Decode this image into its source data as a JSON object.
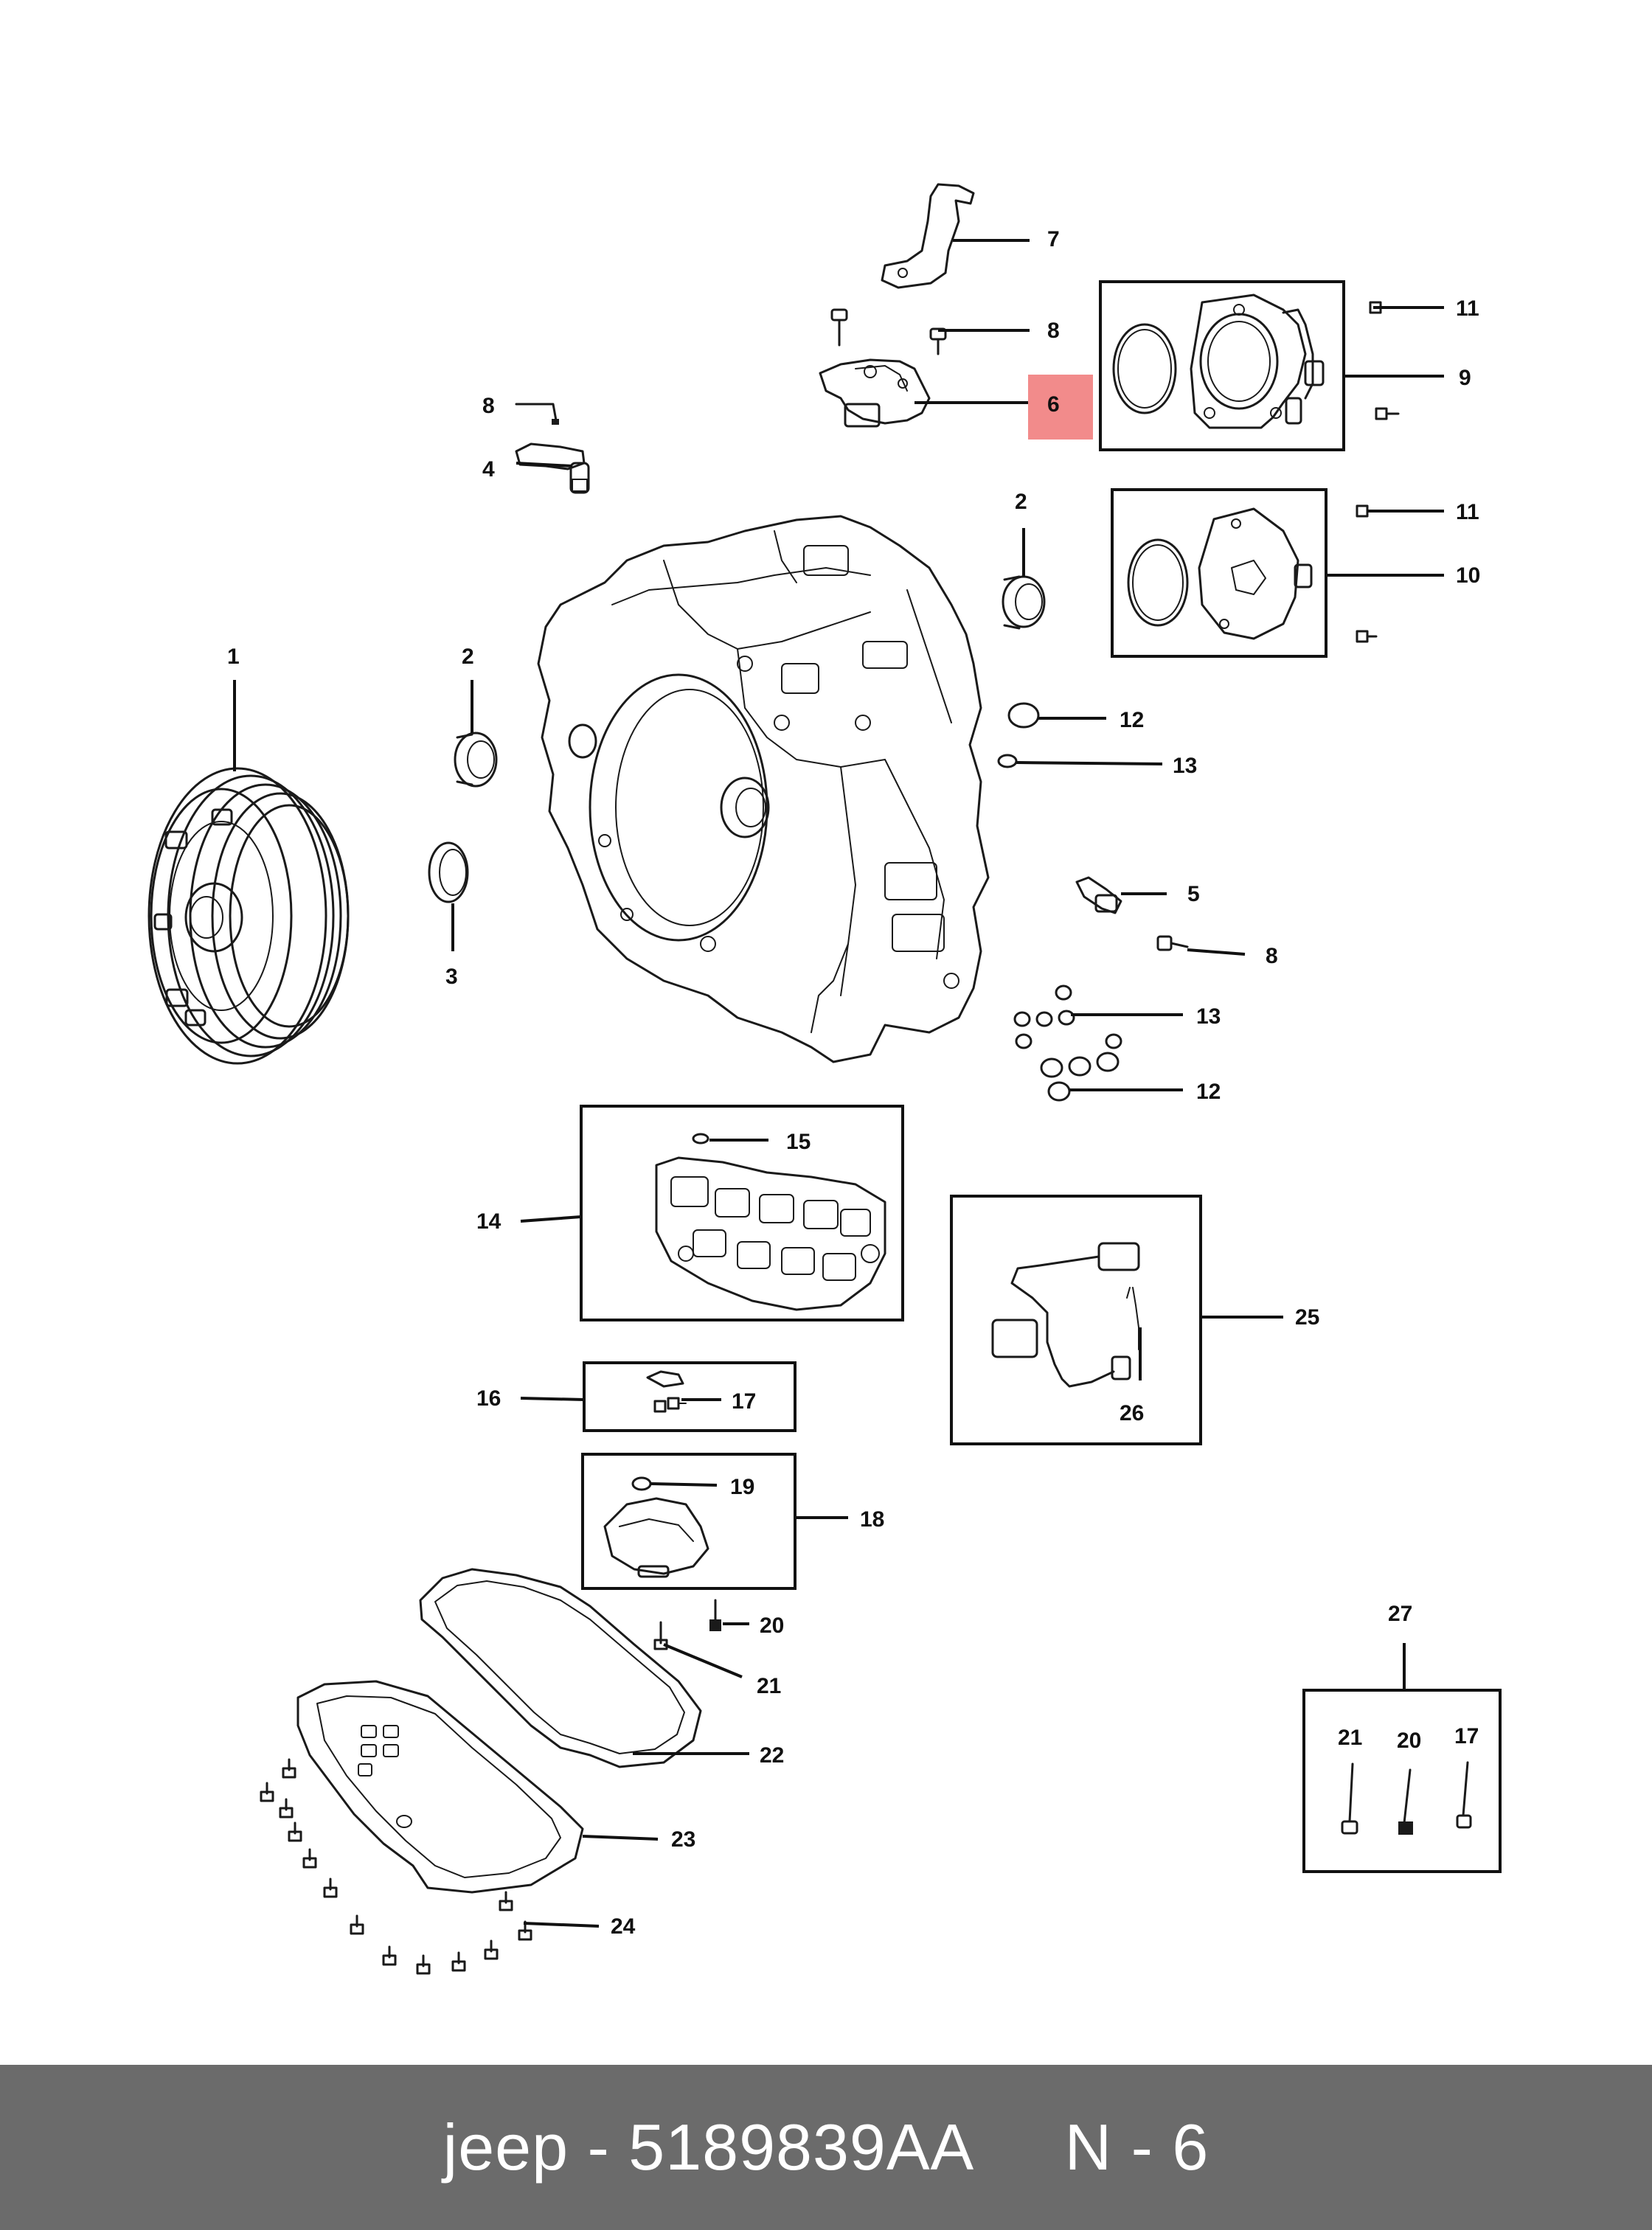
{
  "callouts": {
    "c1": "1",
    "c2a": "2",
    "c2b": "2",
    "c3": "3",
    "c4": "4",
    "c5": "5",
    "c6": "6",
    "c7": "7",
    "c8a": "8",
    "c8b": "8",
    "c8c": "8",
    "c9": "9",
    "c10": "10",
    "c11a": "11",
    "c11b": "11",
    "c12a": "12",
    "c12b": "12",
    "c13a": "13",
    "c13b": "13",
    "c14": "14",
    "c15": "15",
    "c16": "16",
    "c17a": "17",
    "c17b": "17",
    "c18": "18",
    "c19": "19",
    "c20a": "20",
    "c20b": "20",
    "c21a": "21",
    "c21b": "21",
    "c22": "22",
    "c23": "23",
    "c24": "24",
    "c25": "25",
    "c26": "26",
    "c27": "27"
  },
  "highlight": {
    "part": "6",
    "color": "#f28b8b"
  },
  "footer": {
    "text": "jeep - 5189839AA     N - 6"
  }
}
